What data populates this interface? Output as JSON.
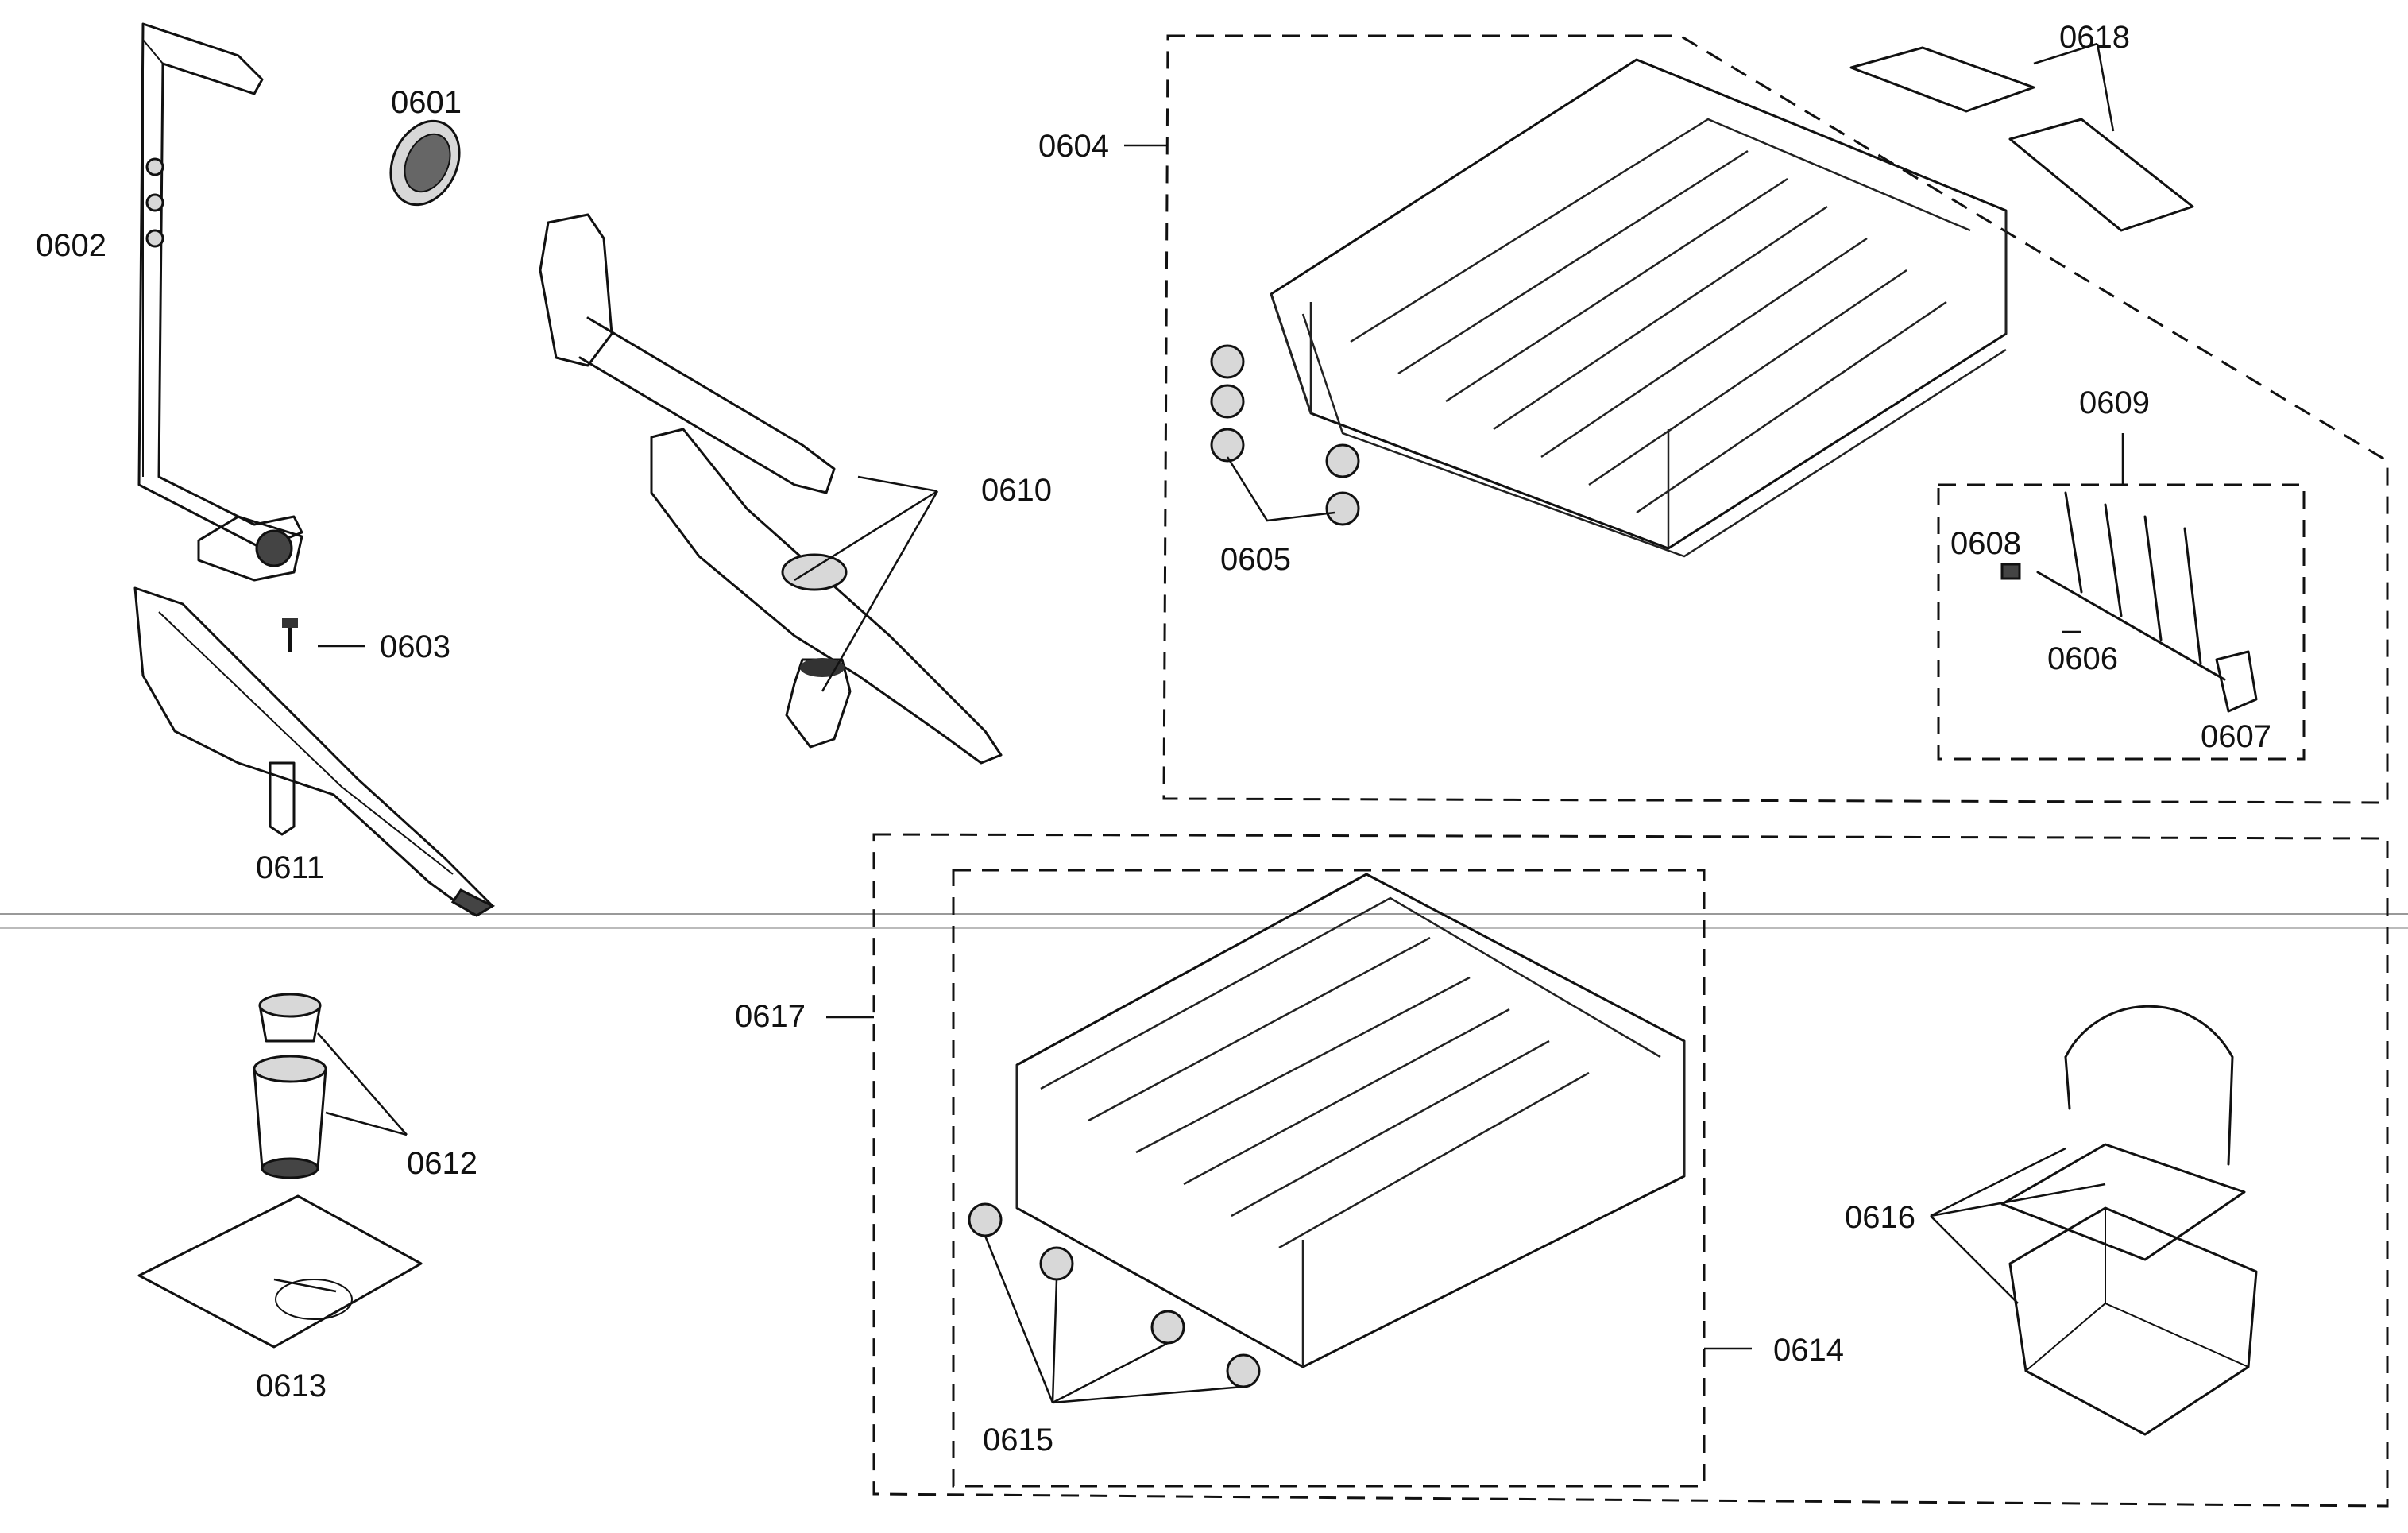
{
  "diagram": {
    "parts": [
      {
        "id": "p0601",
        "label": "0601"
      },
      {
        "id": "p0602",
        "label": "0602"
      },
      {
        "id": "p0603",
        "label": "0603"
      },
      {
        "id": "p0604",
        "label": "0604"
      },
      {
        "id": "p0605",
        "label": "0605"
      },
      {
        "id": "p0606",
        "label": "0606"
      },
      {
        "id": "p0607",
        "label": "0607"
      },
      {
        "id": "p0608",
        "label": "0608"
      },
      {
        "id": "p0609",
        "label": "0609"
      },
      {
        "id": "p0610",
        "label": "0610"
      },
      {
        "id": "p0611",
        "label": "0611"
      },
      {
        "id": "p0612",
        "label": "0612"
      },
      {
        "id": "p0613",
        "label": "0613"
      },
      {
        "id": "p0614",
        "label": "0614"
      },
      {
        "id": "p0615",
        "label": "0615"
      },
      {
        "id": "p0616",
        "label": "0616"
      },
      {
        "id": "p0617",
        "label": "0617"
      },
      {
        "id": "p0618",
        "label": "0618"
      }
    ]
  }
}
